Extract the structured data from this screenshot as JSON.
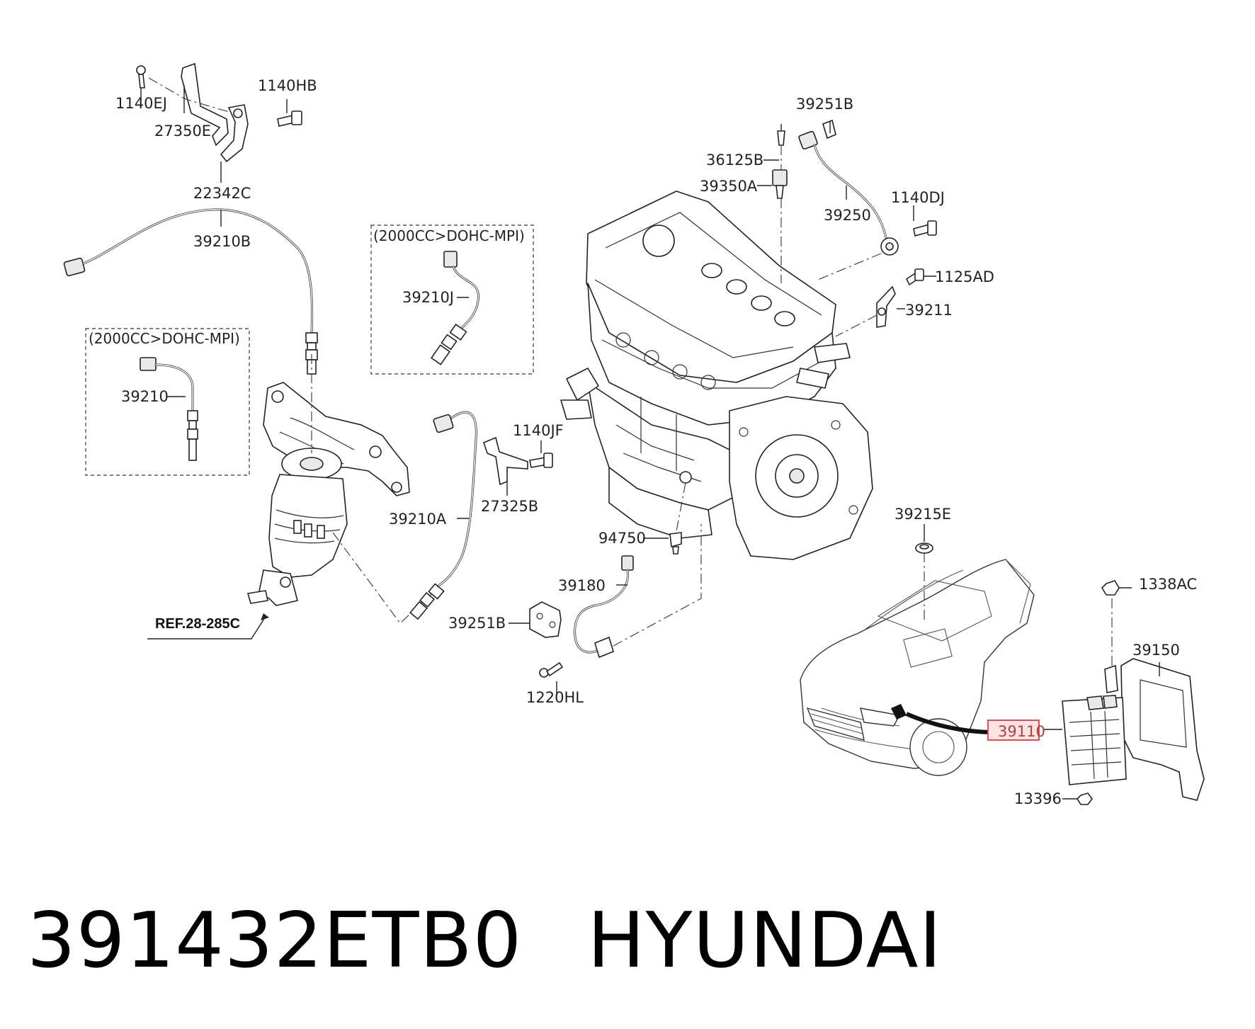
{
  "diagram": {
    "part_labels": {
      "p1140EJ": "1140EJ",
      "p27350E": "27350E",
      "p1140HB": "1140HB",
      "p22342C": "22342C",
      "p39210B": "39210B",
      "p39210": "39210",
      "p39210J": "39210J",
      "p39210A": "39210A",
      "p1140JF": "1140JF",
      "p27325B": "27325B",
      "p39251B_top": "39251B",
      "p36125B": "36125B",
      "p39350A": "39350A",
      "p39250": "39250",
      "p1140DJ": "1140DJ",
      "p1125AD": "1125AD",
      "p39211": "39211",
      "p94750": "94750",
      "p39180": "39180",
      "p39251B_bottom": "39251B",
      "p1220HL": "1220HL",
      "p39215E": "39215E",
      "p1338AC": "1338AC",
      "p39150": "39150",
      "p39110": "39110",
      "p13396": "13396"
    },
    "variant_notes": {
      "left": "(2000CC>DOHC-MPI)",
      "middle": "(2000CC>DOHC-MPI)"
    },
    "reference": "REF.28-285C",
    "highlighted_part": "39110",
    "highlight_color": "#e05050"
  },
  "footer": {
    "part_number": "391432ETB0",
    "brand": "HYUNDAI"
  }
}
